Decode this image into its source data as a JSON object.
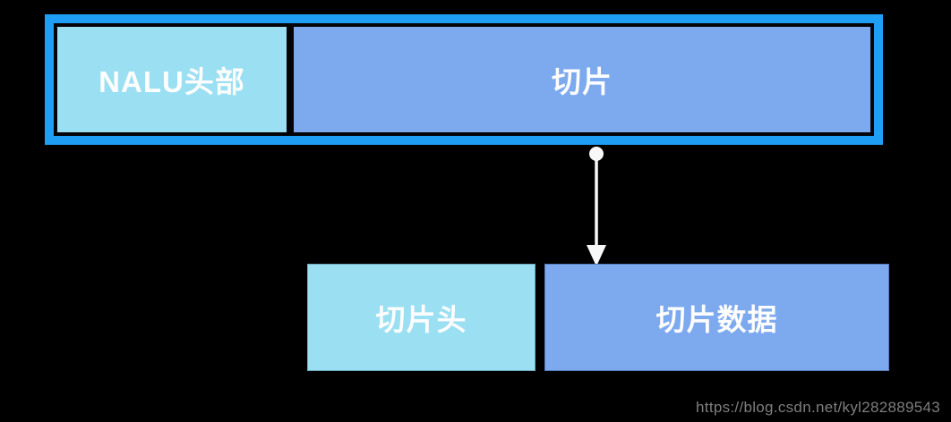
{
  "page": {
    "watermark": "https://blog.csdn.net/kyl282889543"
  },
  "colors": {
    "frame_blue": "#1E9EF4",
    "light_cyan": "#9BDFF2",
    "medium_blue": "#7DA9EF",
    "canvas_black": "#000000",
    "label_white": "#FDFDFD",
    "watermark_gray": "#7E7E7E",
    "arrow_white": "#F8F8F8"
  },
  "diagram": {
    "nalu_header_label": "NALU头部",
    "slice_label": "切片",
    "slice_header_label": "切片头",
    "slice_data_label": "切片数据",
    "arrow_icon": "down-arrow"
  }
}
